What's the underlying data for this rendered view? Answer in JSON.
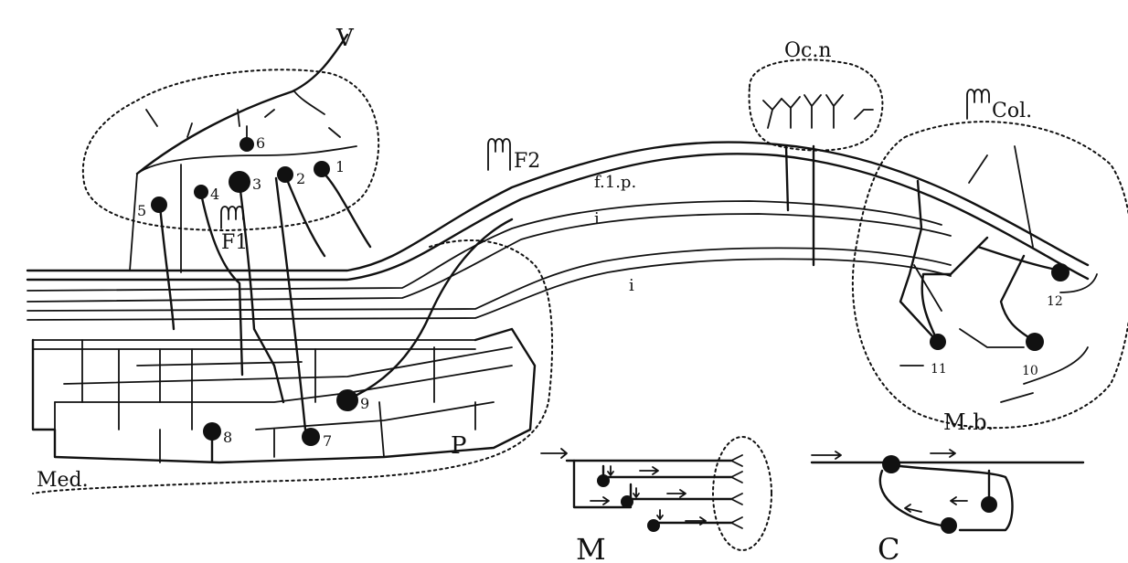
{
  "colors": {
    "ink": "#111111",
    "paper": "#ffffff"
  },
  "regions": {
    "v": "V",
    "oc_n": "Oc.n",
    "col": "Col.",
    "f1": "F1",
    "f2": "F2",
    "flp": "f.1.p.",
    "i_upper": "i",
    "i_lower": "i",
    "med": "Med.",
    "p": "P",
    "mb": "M.b."
  },
  "cells": {
    "c1": "1",
    "c2": "2",
    "c3": "3",
    "c4": "4",
    "c5": "5",
    "c6": "6",
    "c7": "7",
    "c8": "8",
    "c9": "9",
    "c10": "10",
    "c11": "11",
    "c12": "12"
  },
  "insets": {
    "m": "M",
    "c": "C"
  }
}
